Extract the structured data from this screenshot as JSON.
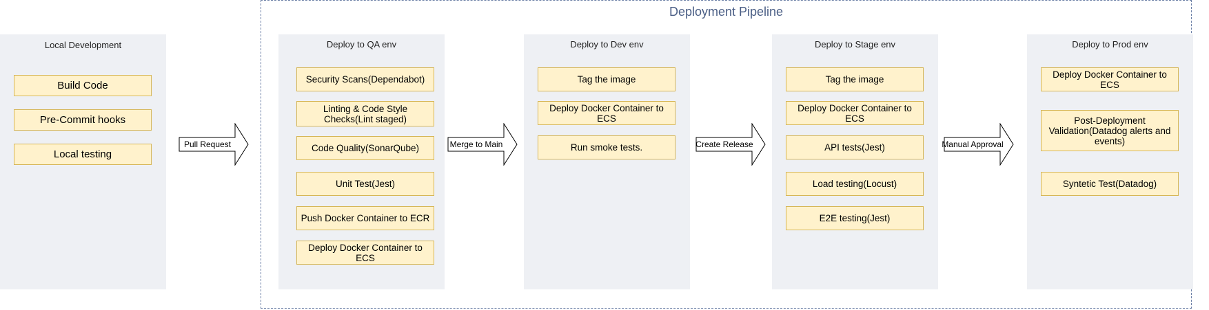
{
  "pipeline_title": "Deployment Pipeline",
  "local": {
    "title": "Local Development",
    "steps": [
      "Build Code",
      "Pre-Commit hooks",
      "Local testing"
    ]
  },
  "arrows": [
    "Pull Request",
    "Merge to Main",
    "Create Release",
    "Manual Approval"
  ],
  "qa": {
    "title": "Deploy to QA env",
    "steps": [
      "Security Scans(Dependabot)",
      "Linting & Code Style Checks(Lint staged)",
      "Code Quality(SonarQube)",
      "Unit Test(Jest)",
      "Push Docker Container to ECR",
      "Deploy Docker Container to ECS"
    ]
  },
  "dev": {
    "title": "Deploy to Dev env",
    "steps": [
      "Tag the image",
      "Deploy Docker Container to ECS",
      "Run smoke tests."
    ]
  },
  "stage": {
    "title": "Deploy to Stage env",
    "steps": [
      "Tag the image",
      "Deploy Docker Container to ECS",
      "API tests(Jest)",
      "Load testing(Locust)",
      "E2E testing(Jest)"
    ]
  },
  "prod": {
    "title": "Deploy to Prod env",
    "steps": [
      "Deploy Docker Container to ECS",
      "Post-Deployment Validation(Datadog alerts and events)",
      "Syntetic Test(Datadog)"
    ]
  },
  "colors": {
    "stage_bg": "#eef0f4",
    "step_fill": "#fff2cc",
    "step_border": "#d6b656",
    "frame_border": "#6b7fa6",
    "title_color": "#4a5e85"
  }
}
